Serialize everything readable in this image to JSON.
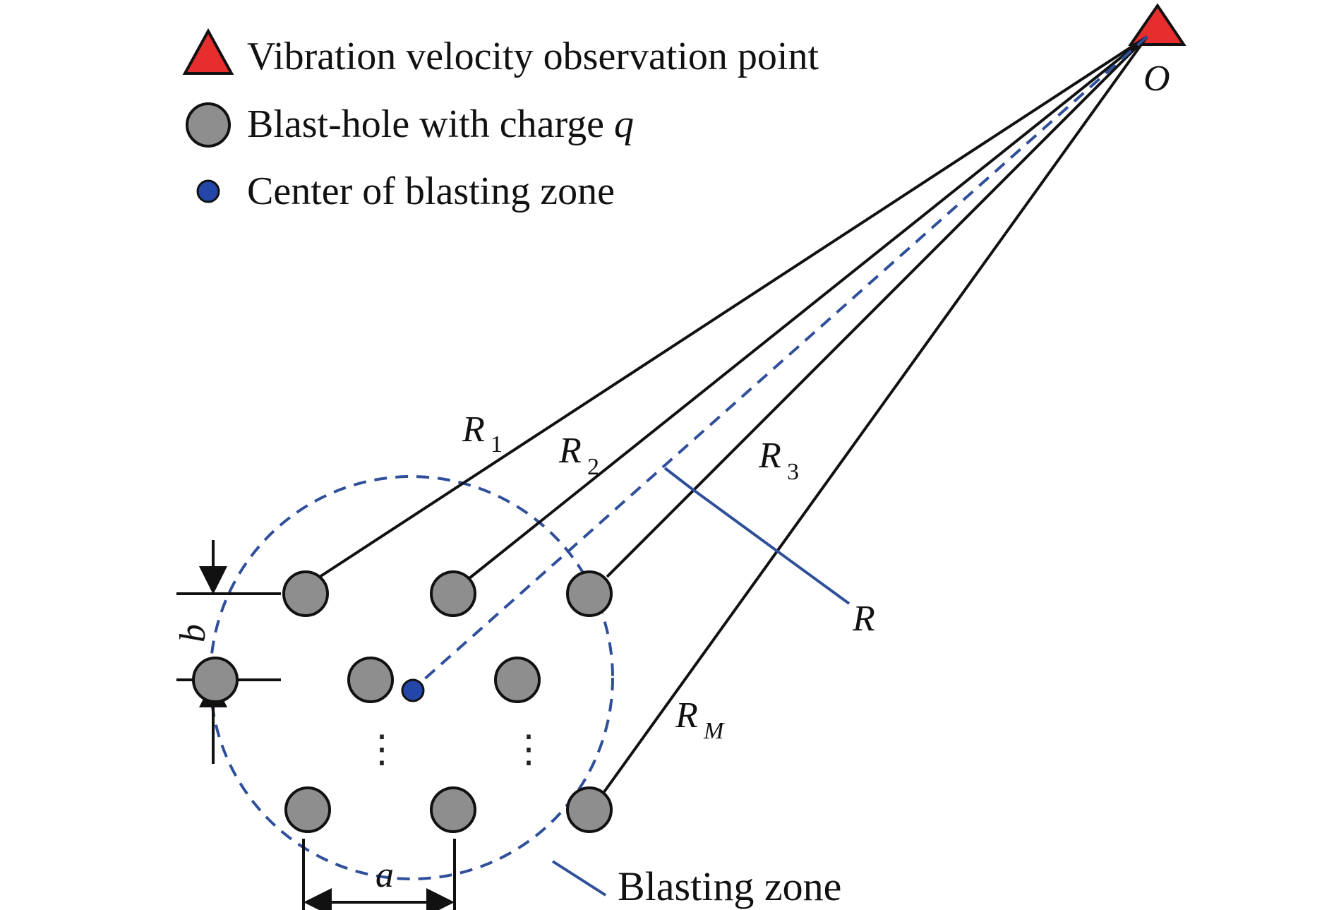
{
  "legend": {
    "observation_point": "Vibration velocity observation point",
    "blast_hole_prefix": "Blast-hole with charge ",
    "blast_hole_var": "q",
    "center": "Center of blasting zone"
  },
  "labels": {
    "origin": "O",
    "R1_main": "R",
    "R1_sub": "1",
    "R2_main": "R",
    "R2_sub": "2",
    "R3_main": "R",
    "R3_sub": "3",
    "RM_main": "R",
    "RM_sub": "M",
    "R": "R",
    "a": "a",
    "b": "b",
    "blasting_zone": "Blasting zone",
    "ellipsis": "⋮"
  },
  "colors": {
    "observation_point": "#e62e2e",
    "blast_hole": "#8e8e8e",
    "center": "#2446a8",
    "zone_line": "#2f4f9b",
    "line": "#111111"
  }
}
